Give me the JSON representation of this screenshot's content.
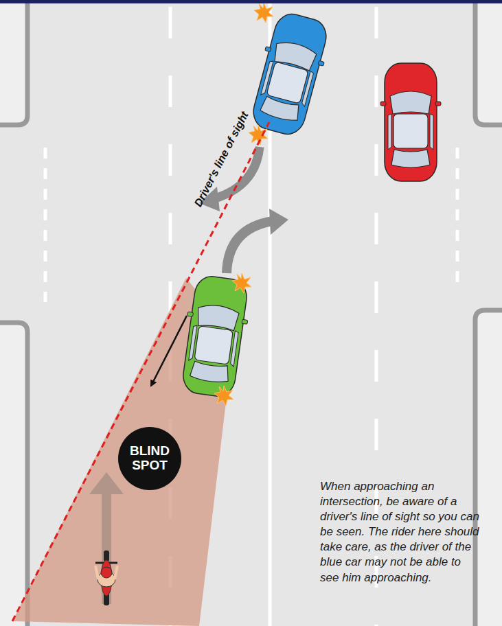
{
  "diagram": {
    "caption": "When approaching an intersection, be aware of a driver's line of sight so you can be seen. The rider here should take care, as the driver of the blue car may not be able to see him approaching.",
    "nodes": [
      {
        "text": [
          "BLIND SPOT"
        ]
      }
    ],
    "edges": [],
    "labels": [
      "Driver's line of sight"
    ]
  }
}
